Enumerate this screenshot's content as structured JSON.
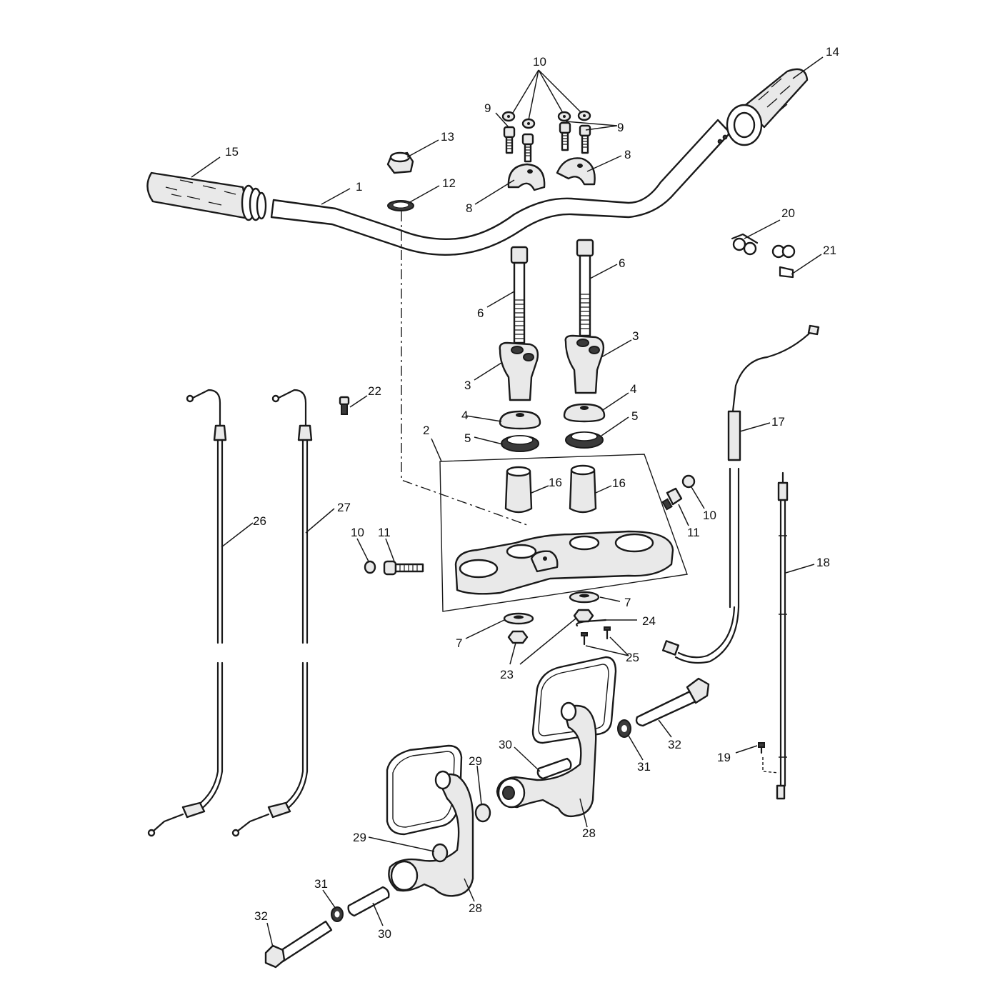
{
  "diagram": {
    "callouts": {
      "c1": "1",
      "c2": "2",
      "c3a": "3",
      "c3b": "3",
      "c4a": "4",
      "c4b": "4",
      "c5a": "5",
      "c5b": "5",
      "c6a": "6",
      "c6b": "6",
      "c7a": "7",
      "c7b": "7",
      "c8a": "8",
      "c8b": "8",
      "c9a": "9",
      "c9b": "9",
      "c10a": "10",
      "c10b": "10",
      "c10c": "10",
      "c11a": "11",
      "c11b": "11",
      "c12": "12",
      "c13": "13",
      "c14": "14",
      "c15": "15",
      "c16a": "16",
      "c16b": "16",
      "c17": "17",
      "c18": "18",
      "c19": "19",
      "c20": "20",
      "c21": "21",
      "c22": "22",
      "c23": "23",
      "c24": "24",
      "c25": "25",
      "c26": "26",
      "c27": "27",
      "c28a": "28",
      "c28b": "28",
      "c29a": "29",
      "c29b": "29",
      "c30a": "30",
      "c30b": "30",
      "c31a": "31",
      "c31b": "31",
      "c32a": "32",
      "c32b": "32"
    }
  }
}
